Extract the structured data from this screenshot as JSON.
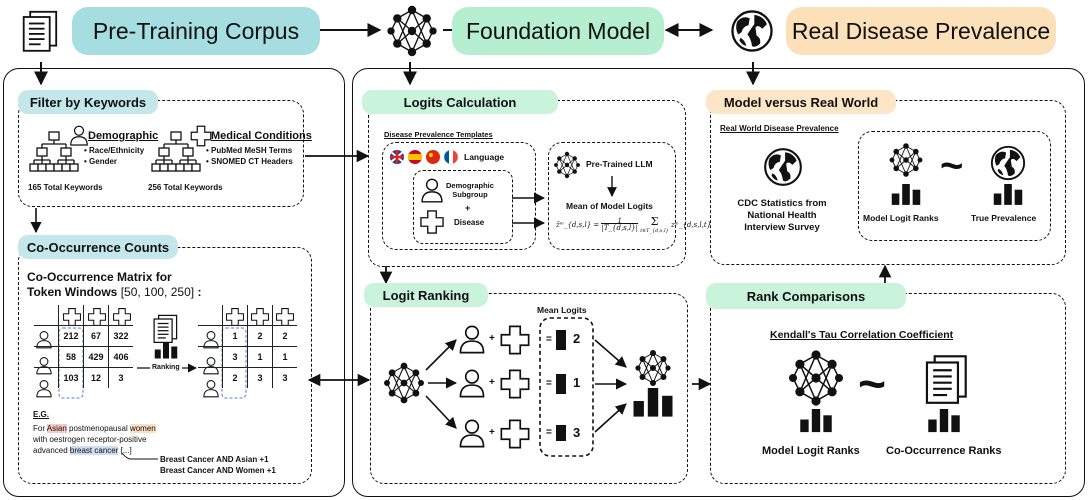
{
  "top": {
    "corpus_label": "Pre-Training Corpus",
    "model_label": "Foundation Model",
    "prevalence_label": "Real Disease Prevalence"
  },
  "colors": {
    "teal": "#a5dde1",
    "mint": "#b6efcf",
    "peach": "#fbe0b9",
    "pill_teal": "#c4e7ec",
    "pill_mint": "#c9f3db",
    "pill_peach": "#fde6c8"
  },
  "filter": {
    "title": "Filter by Keywords",
    "demographic_title": "Demographic",
    "demographic_items": [
      "Race/Ethnicity",
      "Gender"
    ],
    "demographic_total": "165 Total Keywords",
    "medical_title": "Medical Conditions",
    "medical_items": [
      "PubMed MeSH Terms",
      "SNOMED CT Headers"
    ],
    "medical_total": "256 Total Keywords"
  },
  "cooc": {
    "title": "Co-Occurrence Counts",
    "heading_line1": "Co-Occurrence Matrix for",
    "heading_bold2": "Token Windows",
    "heading_windows": "[50, 100, 250]",
    "heading_colon": ":",
    "counts": [
      [
        "212",
        "67",
        "322"
      ],
      [
        "58",
        "429",
        "406"
      ],
      [
        "103",
        "12",
        "3"
      ]
    ],
    "ranks": [
      [
        "1",
        "2",
        "2"
      ],
      [
        "3",
        "1",
        "1"
      ],
      [
        "2",
        "3",
        "3"
      ]
    ],
    "ranking_label": "Ranking",
    "eg_label": "E.G.",
    "eg_line1_pre": "For ",
    "eg_line1_asian": "Asian",
    "eg_line1_mid": " postmenopausal ",
    "eg_line1_women": "women",
    "eg_line2": "with oestrogen receptor-positive",
    "eg_line3_pre": "advanced ",
    "eg_line3_bc": "breast cancer",
    "eg_line3_post": " [...]",
    "eg_result1": "Breast Cancer AND Asian +1",
    "eg_result2": "Breast Cancer AND Women +1"
  },
  "logits": {
    "title": "Logits Calculation",
    "templates_title": "Disease Prevalence Templates",
    "language_label": "Language",
    "demographic_label_1": "Demographic",
    "demographic_label_2": "Subgroup",
    "plus": "+",
    "disease_label": "Disease",
    "llm_label": "Pre-Trained LLM",
    "mean_label": "Mean of Model Logits",
    "formula_lhs": "z̄ᵐ_{d,s,l} =",
    "formula_frac_num": "1",
    "formula_frac_den": "|T_{d,s,l}|",
    "formula_sum_sub": "t∈T_{d,s,l}",
    "formula_term": "zᵐ_{d,s,l,t}"
  },
  "ranking": {
    "title": "Logit Ranking",
    "mean_logits_label": "Mean Logits",
    "eq": "=",
    "plus": "+",
    "ranks": [
      "2",
      "1",
      "3"
    ]
  },
  "real": {
    "title": "Model versus Real World",
    "subtitle": "Real World Disease Prevalence",
    "cdc_line1": "CDC Statistics from",
    "cdc_line2": "National Health",
    "cdc_line3": "Interview Survey",
    "model_ranks": "Model Logit Ranks",
    "tilde": "~",
    "true_prev": "True Prevalence"
  },
  "rank_cmp": {
    "title": "Rank Comparisons",
    "kendall": "Kendall's Tau Correlation Coefficient",
    "model_ranks": "Model Logit Ranks",
    "tilde": "~",
    "cooc_ranks": "Co-Occurrence Ranks"
  }
}
